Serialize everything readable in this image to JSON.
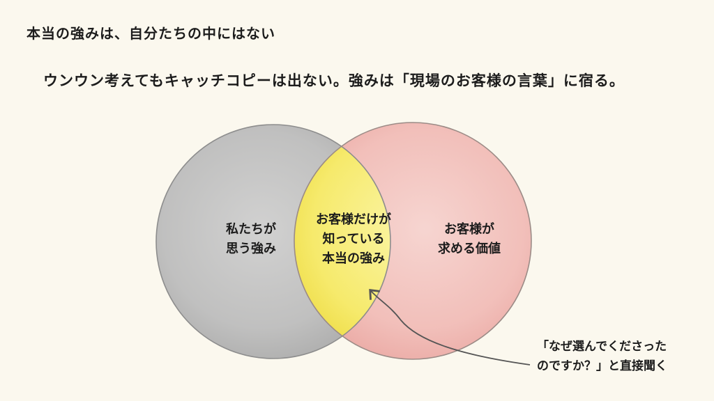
{
  "header": {
    "title": "本当の強みは、自分たちの中にはない",
    "subtitle": "ウンウン考えてもキャッチコピーは出ない。強みは「現場のお客様の言葉」に宿る。"
  },
  "venn": {
    "left": {
      "lines": [
        "私たちが",
        "思う強み"
      ],
      "color": "#b9b9b9"
    },
    "center": {
      "lines": [
        "お客様だけが",
        "知っている",
        "本当の強み"
      ],
      "color": "#f7ec7a"
    },
    "right": {
      "lines": [
        "お客様が",
        "求める価値"
      ],
      "color": "#f2bdb9"
    }
  },
  "callout": {
    "lines": [
      "「なぜ選んでくださった",
      "のですか？」と直接聞く"
    ]
  }
}
